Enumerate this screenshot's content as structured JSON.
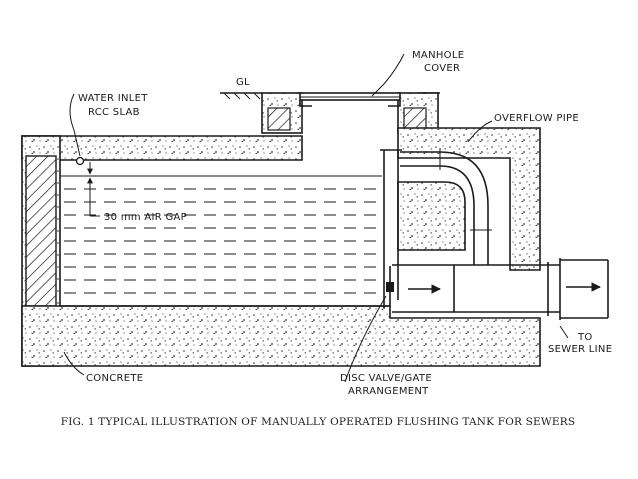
{
  "labels": {
    "manhole_cover_1": "MANHOLE",
    "manhole_cover_2": "COVER",
    "gl": "GL",
    "water_inlet": "WATER INLET",
    "rcc_slab": "RCC SLAB",
    "overflow_pipe": "OVERFLOW PIPE",
    "air_gap": "30 mm  AIR GAP",
    "concrete": "CONCRETE",
    "disc_valve_1": "DISC VALVE/GATE",
    "disc_valve_2": "ARRANGEMENT",
    "to_sewer_1": "TO",
    "to_sewer_2": "SEWER LINE"
  },
  "caption": "FIG. 1  TYPICAL ILLUSTRATION OF MANUALLY OPERATED FLUSHING TANK FOR SEWERS"
}
